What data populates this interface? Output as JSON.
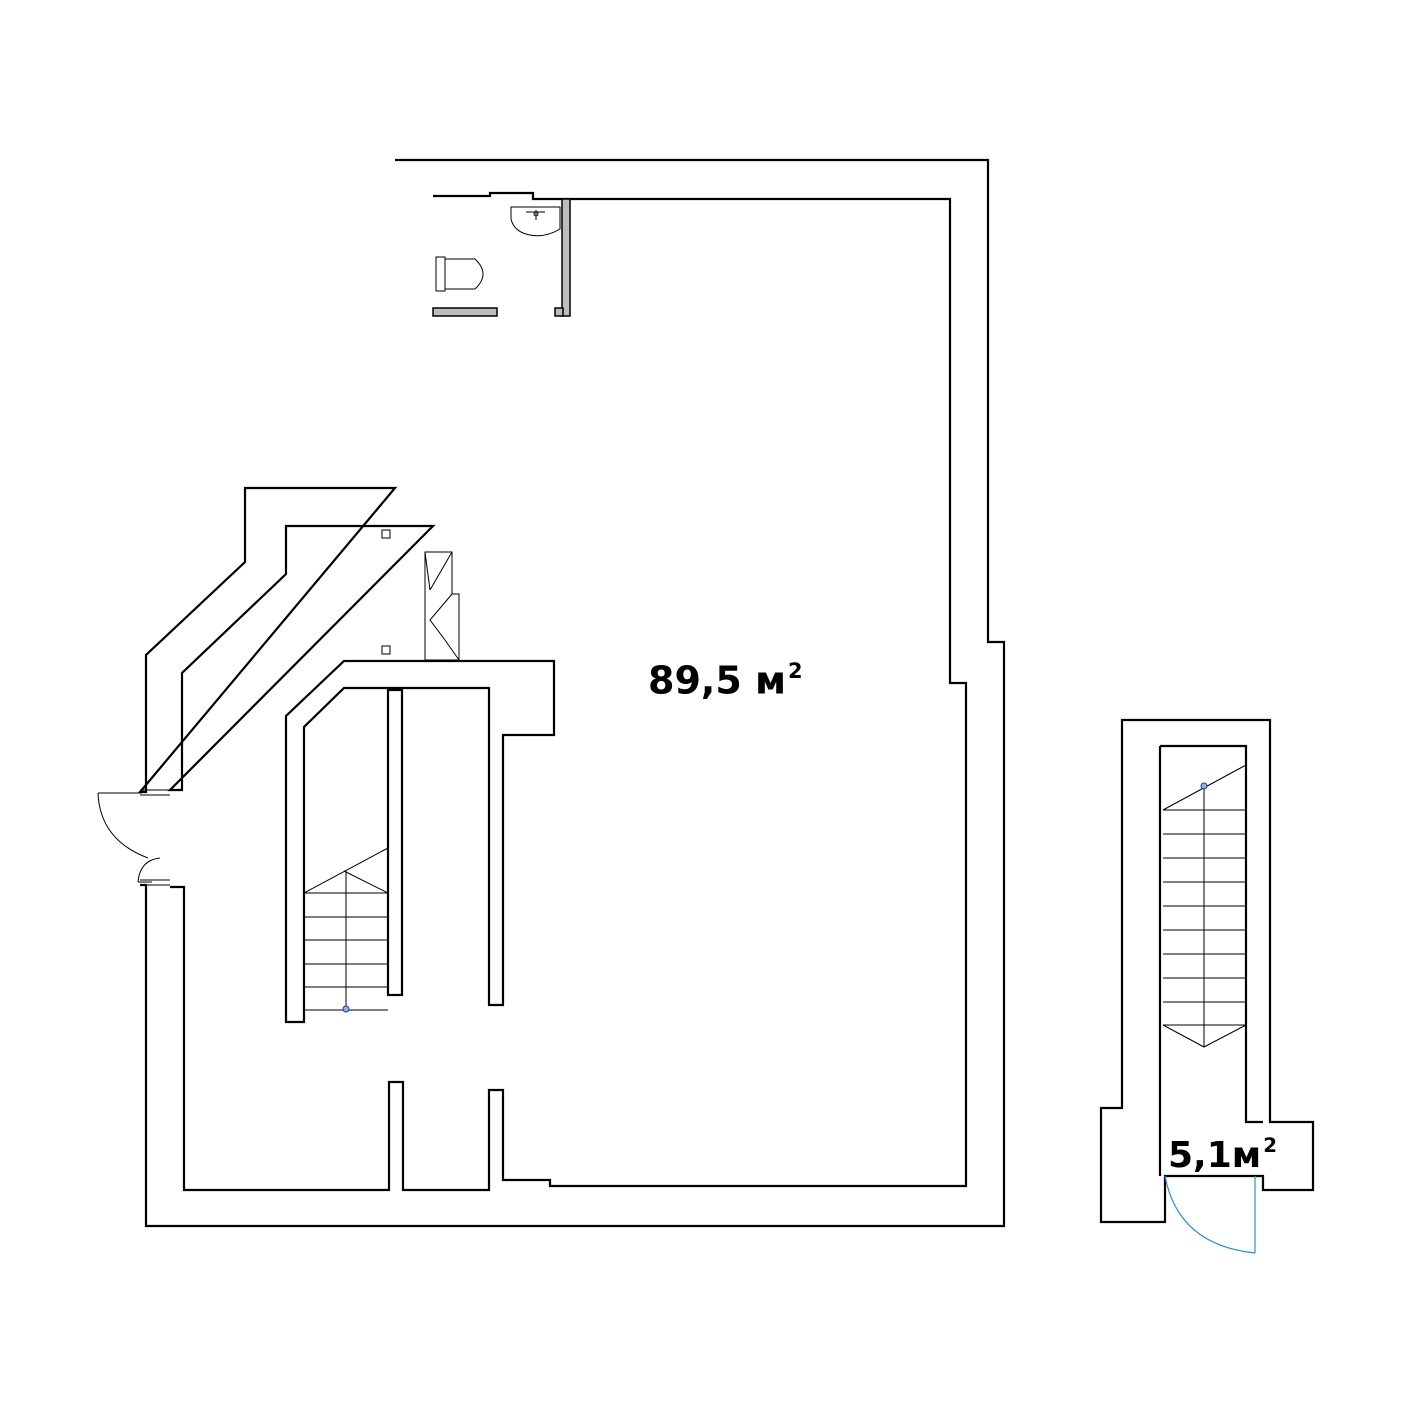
{
  "plan": {
    "main_room": {
      "area_value": "89,5 м",
      "area_unit_power": "2"
    },
    "stair_room": {
      "area_value": "5,1м",
      "area_unit_power": "2"
    }
  },
  "colors": {
    "wall_line": "#000000",
    "partition_fill": "#bdbdbd",
    "door_swing": "#2a8fd8",
    "background": "#ffffff"
  },
  "icons": [
    "toilet-icon",
    "sink-icon",
    "staircase-icon",
    "door-icon",
    "column-icon"
  ]
}
